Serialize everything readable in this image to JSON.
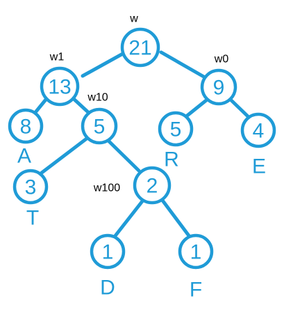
{
  "nodes": {
    "root": {
      "value": "21",
      "weight": "w"
    },
    "left": {
      "value": "13",
      "weight": "w1"
    },
    "right": {
      "value": "9",
      "weight": "w0"
    },
    "a": {
      "value": "8",
      "letter": "A"
    },
    "mid": {
      "value": "5",
      "weight": "w10"
    },
    "r": {
      "value": "5",
      "letter": "R"
    },
    "e": {
      "value": "4",
      "letter": "E"
    },
    "t": {
      "value": "3",
      "letter": "T"
    },
    "deep": {
      "value": "2",
      "weight": "w100"
    },
    "d": {
      "value": "1",
      "letter": "D"
    },
    "f": {
      "value": "1",
      "letter": "F"
    }
  },
  "colors": {
    "stroke": "#1f9bd7",
    "label": "#000000"
  }
}
